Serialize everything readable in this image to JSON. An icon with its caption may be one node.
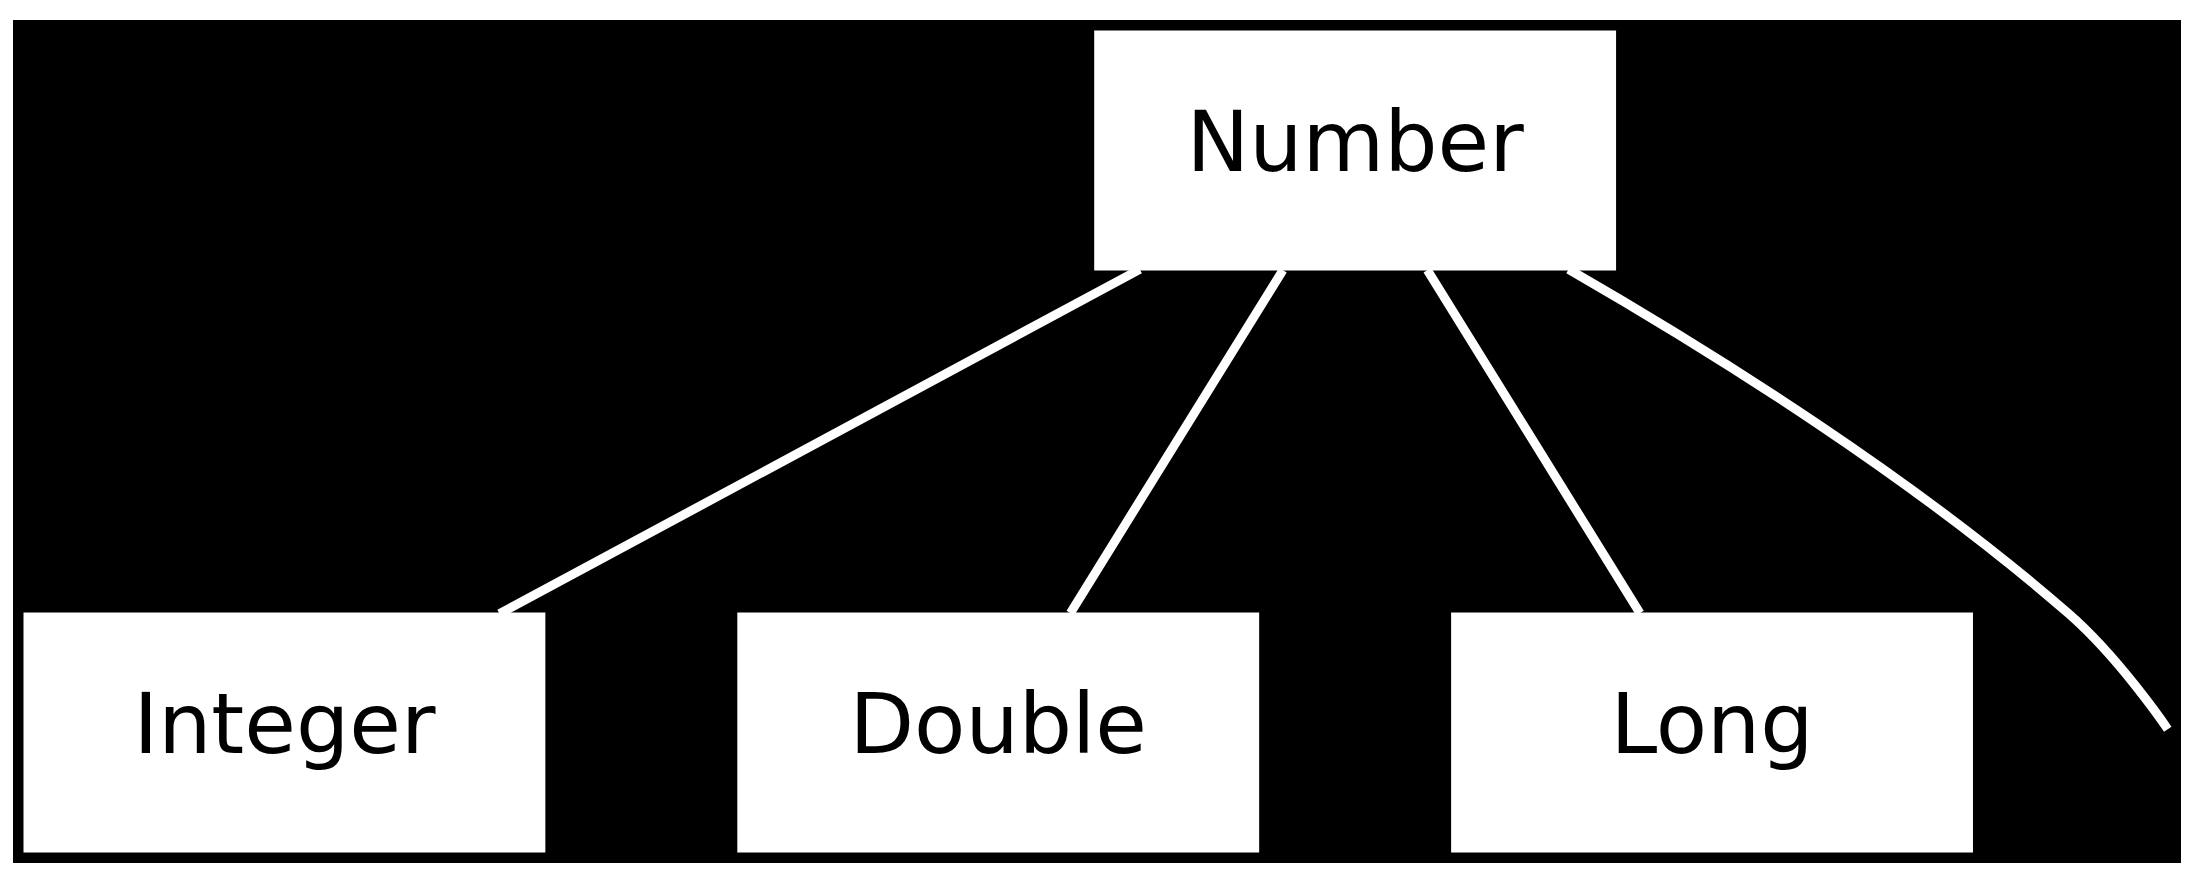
{
  "diagram": {
    "nodes": [
      {
        "text": [
          "Number"
        ]
      },
      {
        "text": [
          "Integer"
        ]
      },
      {
        "text": [
          "Double"
        ]
      },
      {
        "text": [
          "Long"
        ]
      }
    ],
    "edges": [
      {
        "from": 0,
        "to": 1,
        "arrow": "none"
      },
      {
        "from": 0,
        "to": 2,
        "arrow": "none"
      },
      {
        "from": 0,
        "to": 3,
        "arrow": "none"
      },
      {
        "from": 0,
        "to": null,
        "arrow": "none"
      }
    ]
  }
}
